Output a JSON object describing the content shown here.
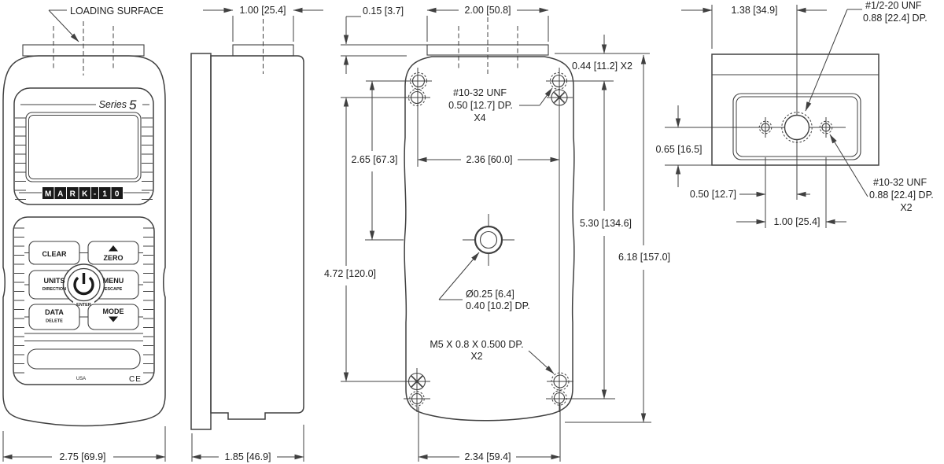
{
  "drawing": {
    "colors": {
      "line": "#404040",
      "text": "#222222"
    },
    "front": {
      "loading_surface": "LOADING SURFACE",
      "series_label": "Series",
      "series_number": "5",
      "brand_letters": [
        "M",
        "A",
        "R",
        "K",
        "-",
        "1",
        "0"
      ],
      "btn_clear": "CLEAR",
      "btn_zero": "ZERO",
      "btn_units": "UNITS",
      "btn_units_sub": "DIRECTION",
      "btn_menu": "MENU",
      "btn_menu_sub": "ESCAPE",
      "btn_enter": "ENTER",
      "btn_data": "DATA",
      "btn_data_sub": "DELETE",
      "btn_mode": "MODE",
      "usa": "USA",
      "ce": "CE",
      "dim_width": "2.75 [69.9]"
    },
    "side": {
      "dim_boss_width": "1.00 [25.4]",
      "dim_depth": "1.85 [46.9]"
    },
    "back": {
      "dim_boss_height": "0.15 [3.7]",
      "dim_boss_width": "2.00 [50.8]",
      "dim_hole_offset": "0.44 [11.2] X2",
      "note_top_thread_1": "#10-32 UNF",
      "note_top_thread_2": "0.50 [12.7] DP.",
      "note_top_thread_3": "X4",
      "dim_hole_to_center": "2.65 [67.3]",
      "dim_hole_span_top": "2.36 [60.0]",
      "dim_holes_height": "5.30 [134.6]",
      "dim_total_height": "6.18 [157.0]",
      "dim_hole_rows": "4.72 [120.0]",
      "note_center_hole_1": "Ø0.25 [6.4]",
      "note_center_hole_2": "0.40 [10.2] DP.",
      "note_m5_1": "M5 X 0.8 X 0.500 DP.",
      "note_m5_2": "X2",
      "dim_hole_span_bottom": "2.34 [59.4]"
    },
    "top": {
      "dim_edge_to_center": "1.38 [34.9]",
      "note_center_thread_1": "#1/2-20 UNF",
      "note_center_thread_2": "0.88 [22.4] DP.",
      "dim_center_height": "0.65 [16.5]",
      "dim_side_hole": "0.50 [12.7]",
      "dim_hole_span": "1.00 [25.4]",
      "note_side_thread_1": "#10-32 UNF",
      "note_side_thread_2": "0.88 [22.4] DP.",
      "note_side_thread_3": "X2"
    }
  }
}
